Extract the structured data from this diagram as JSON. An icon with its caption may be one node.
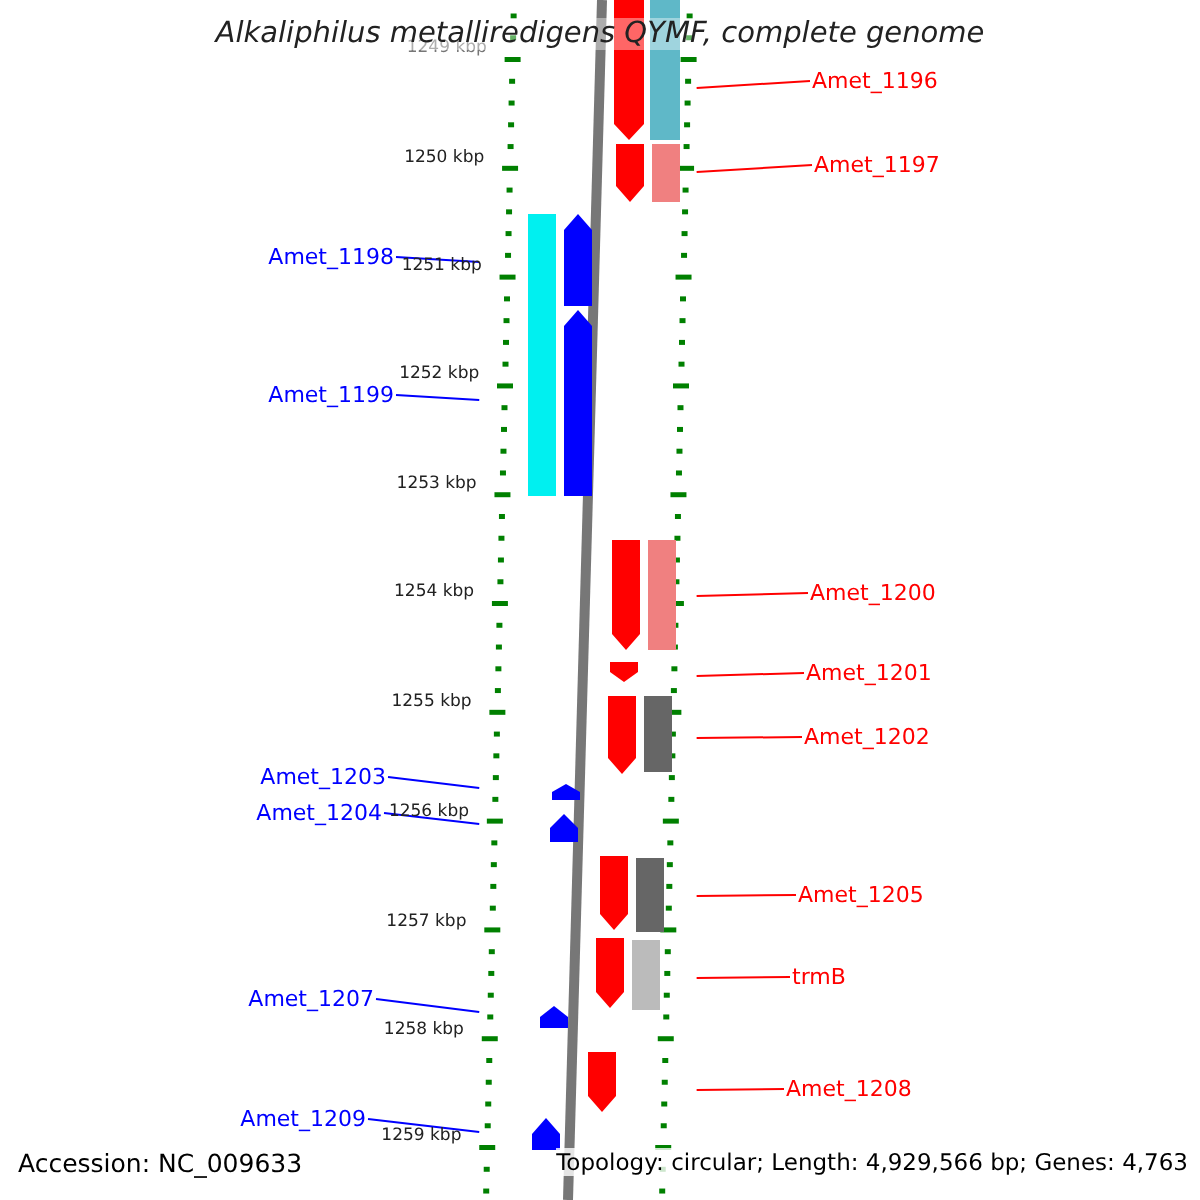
{
  "diagram": {
    "title": "Alkaliphilus metalliredigens QYMF, complete genome",
    "nodes": [
      {
        "text": [
          "Amet_1196"
        ]
      },
      {
        "text": [
          "Amet_1197"
        ]
      },
      {
        "text": [
          "Amet_1198"
        ]
      },
      {
        "text": [
          "Amet_1199"
        ]
      },
      {
        "text": [
          "Amet_1200"
        ]
      },
      {
        "text": [
          "Amet_1201"
        ]
      },
      {
        "text": [
          "Amet_1202"
        ]
      },
      {
        "text": [
          "Amet_1203"
        ]
      },
      {
        "text": [
          "Amet_1204"
        ]
      },
      {
        "text": [
          "Amet_1205"
        ]
      },
      {
        "text": [
          "trmB"
        ]
      },
      {
        "text": [
          "Amet_1207"
        ]
      },
      {
        "text": [
          "Amet_1208"
        ]
      },
      {
        "text": [
          "Amet_1209"
        ]
      },
      {
        "text": [],
        "shape": "bar"
      },
      {
        "text": [],
        "shape": "bar"
      }
    ],
    "edges": [
      {
        "from": 0,
        "to": 15,
        "arrow": "none"
      },
      {
        "from": 1,
        "to": 15,
        "arrow": "none"
      },
      {
        "from": 2,
        "to": 14,
        "arrow": "none",
        "color": "#0000ff"
      },
      {
        "from": 3,
        "to": 14,
        "arrow": "none",
        "color": "#0000ff"
      },
      {
        "from": 4,
        "to": 15,
        "arrow": "none"
      },
      {
        "from": 5,
        "to": 15,
        "arrow": "none"
      },
      {
        "from": 6,
        "to": 15,
        "arrow": "none"
      },
      {
        "from": 7,
        "to": 14,
        "arrow": "none",
        "color": "#0000ff"
      },
      {
        "from": 8,
        "to": 14,
        "arrow": "none",
        "color": "#0000ff"
      },
      {
        "from": 9,
        "to": 15,
        "arrow": "none"
      },
      {
        "from": 10,
        "to": 15,
        "arrow": "none"
      },
      {
        "from": 11,
        "to": 14,
        "arrow": "none",
        "color": "#0000ff"
      },
      {
        "from": 12,
        "to": 15,
        "arrow": "none"
      },
      {
        "from": 13,
        "to": 14,
        "arrow": "none",
        "color": "#0000ff"
      }
    ],
    "labels": [
      "1249 kbp",
      "1250 kbp",
      "1251 kbp",
      "1252 kbp",
      "1253 kbp",
      "1254 kbp",
      "1255 kbp",
      "1256 kbp",
      "1257 kbp",
      "1258 kbp",
      "1259 kbp",
      "Accession: NC_009633",
      "Topology: circular; Length: 4,929,566 bp; Genes: 4,763"
    ]
  }
}
